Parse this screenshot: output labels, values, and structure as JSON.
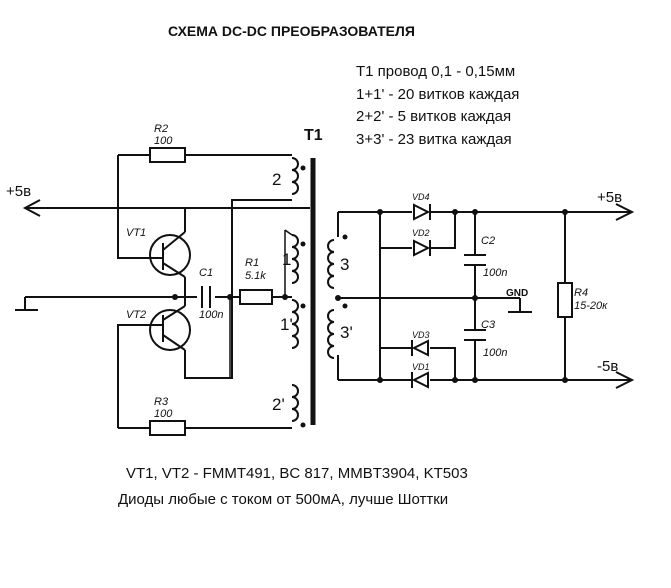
{
  "title": "СХЕМА DC-DC ПРЕОБРАЗОВАТЕЛЯ",
  "notes": [
    "Т1  провод 0,1 - 0,15мм",
    "1+1' - 20 витков каждая",
    "2+2' - 5 витков каждая",
    "3+3' - 23 витка каждая"
  ],
  "transformer": {
    "name": "T1",
    "windings": {
      "w2": "2",
      "w1": "1",
      "w1p": "1'",
      "w2p": "2'",
      "w3": "3",
      "w3p": "3'"
    }
  },
  "components": {
    "R1": {
      "name": "R1",
      "value": "5.1k"
    },
    "R2": {
      "name": "R2",
      "value": "100"
    },
    "R3": {
      "name": "R3",
      "value": "100"
    },
    "R4": {
      "name": "R4",
      "value": "15-20к"
    },
    "C1": {
      "name": "C1",
      "value": "100n"
    },
    "C2": {
      "name": "C2",
      "value": "100n"
    },
    "C3": {
      "name": "C3",
      "value": "100n"
    },
    "VT1": {
      "name": "VT1"
    },
    "VT2": {
      "name": "VT2"
    },
    "VD1": {
      "name": "VD1"
    },
    "VD2": {
      "name": "VD2"
    },
    "VD3": {
      "name": "VD3"
    },
    "VD4": {
      "name": "VD4"
    }
  },
  "terminals": {
    "input_plus": "+5в",
    "output_plus": "+5в",
    "output_minus": "-5в",
    "gnd": "GND"
  },
  "footer": [
    "VT1, VT2 - FMMT491, BC 817, MMBT3904, KT503",
    "Диоды любые с током от 500мА, лучше Шоттки"
  ]
}
